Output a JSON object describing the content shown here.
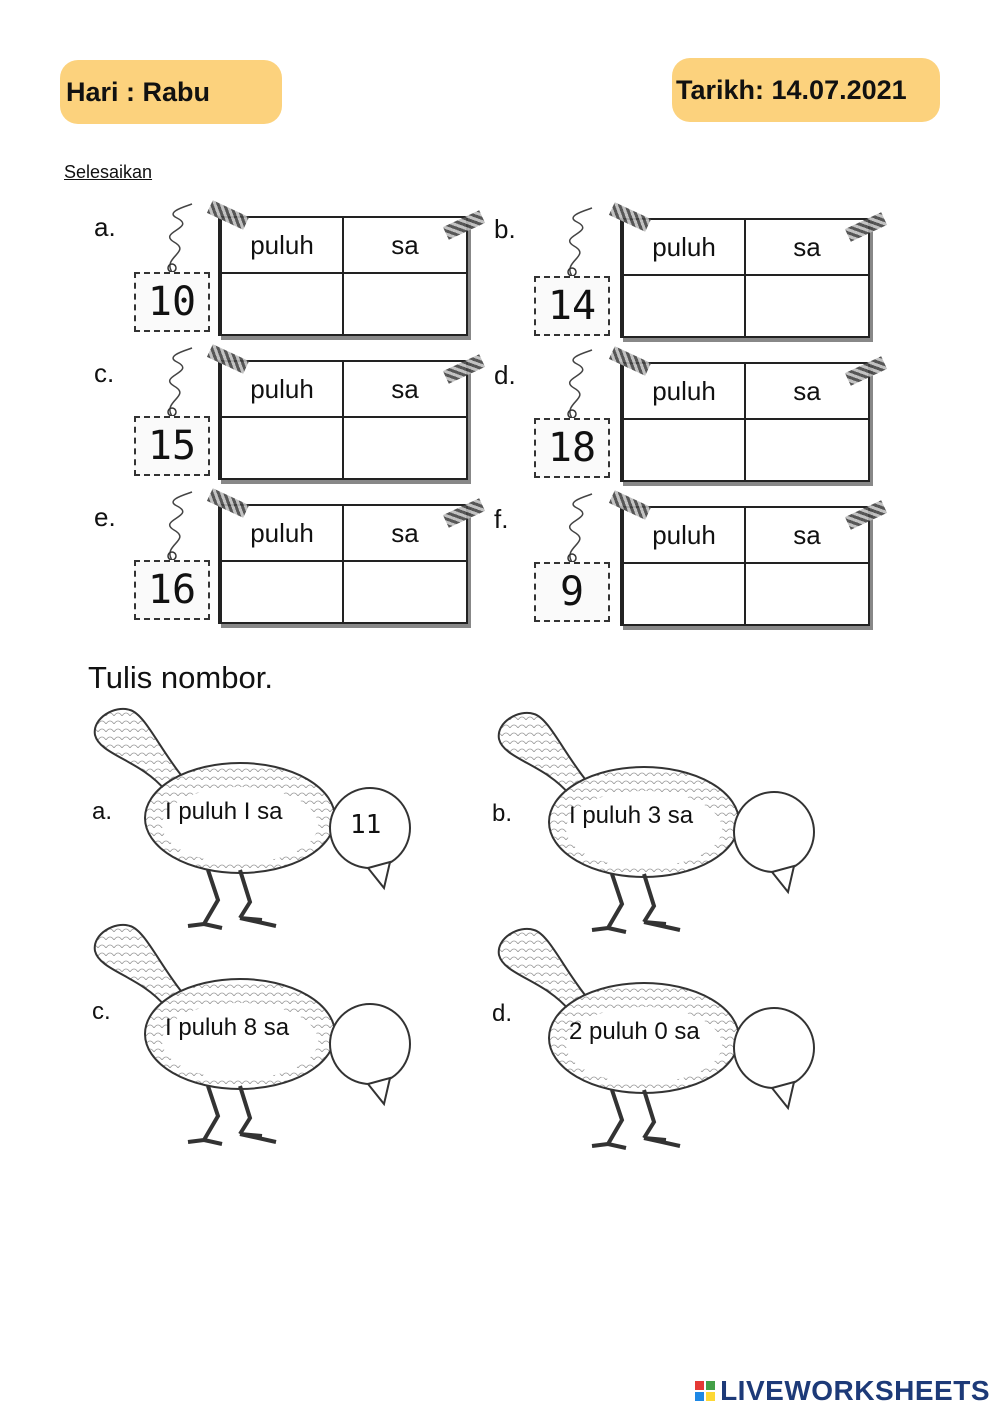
{
  "header": {
    "hari": "Hari : Rabu",
    "tarikh": "Tarikh: 14.07.2021"
  },
  "section1": {
    "instruction": "Selesaikan",
    "col_puluh": "puluh",
    "col_sa": "sa",
    "items": [
      {
        "letter": "a.",
        "number": "10"
      },
      {
        "letter": "b.",
        "number": "14"
      },
      {
        "letter": "c.",
        "number": "15"
      },
      {
        "letter": "d.",
        "number": "18"
      },
      {
        "letter": "e.",
        "number": "16"
      },
      {
        "letter": "f.",
        "number": "9"
      }
    ]
  },
  "section2": {
    "instruction": "Tulis nombor.",
    "birds": [
      {
        "letter": "a.",
        "label": "I puluh I sa",
        "answer": "11"
      },
      {
        "letter": "b.",
        "label": "I puluh 3 sa",
        "answer": ""
      },
      {
        "letter": "c.",
        "label": "I puluh 8 sa",
        "answer": ""
      },
      {
        "letter": "d.",
        "label": "2 puluh 0 sa",
        "answer": ""
      }
    ]
  },
  "footer": {
    "brand": "LIVEWORKSHEETS",
    "logo_colors": [
      "#e53935",
      "#43a047",
      "#1e88e5",
      "#fdd835"
    ]
  }
}
